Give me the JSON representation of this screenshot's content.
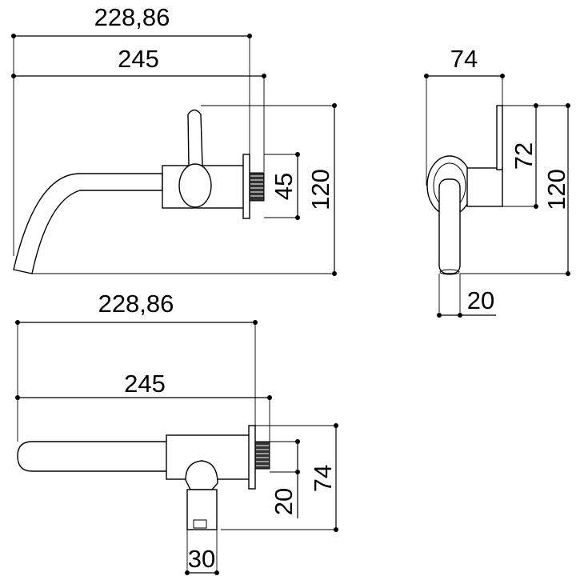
{
  "dimensions": {
    "front": {
      "length_a": "228,86",
      "length_b": "245",
      "height_total": "120",
      "height_body": "45"
    },
    "side": {
      "width": "74",
      "height_lever": "72",
      "height_total": "120",
      "spout_diameter": "20"
    },
    "top": {
      "length_a": "228,86",
      "length_b": "245",
      "depth_total": "74",
      "depth_body": "20",
      "spout_width": "30"
    }
  }
}
